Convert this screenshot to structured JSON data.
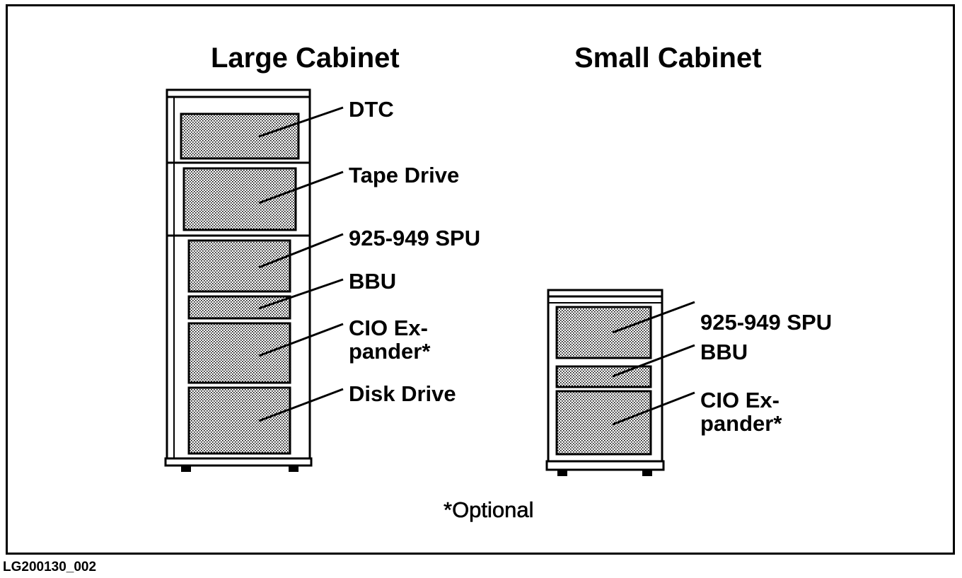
{
  "large_cabinet": {
    "title": "Large Cabinet",
    "labels": {
      "dtc": "DTC",
      "tape_drive": "Tape Drive",
      "spu": "925-949 SPU",
      "bbu": "BBU",
      "cio": "CIO Ex-\npander*",
      "disk_drive": "Disk Drive"
    }
  },
  "small_cabinet": {
    "title": "Small Cabinet",
    "labels": {
      "spu": "925-949 SPU",
      "bbu": "BBU",
      "cio": "CIO Ex-\npander*"
    }
  },
  "footnote": "*Optional",
  "figure_id": "LG200130_002"
}
